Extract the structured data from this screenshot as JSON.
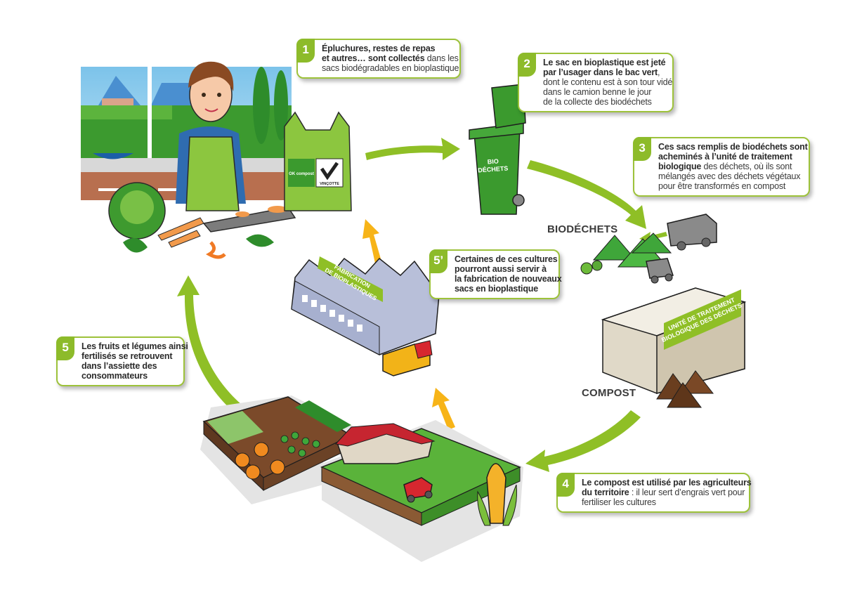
{
  "diagram": {
    "title": "Cycle des biodéchets et des bioplastiques",
    "steps": [
      {
        "number": "1",
        "lines": [
          [
            {
              "text": "Épluchures, restes de repas",
              "bold": true
            }
          ],
          [
            {
              "text": "et autres… sont collectés",
              "bold": true
            },
            {
              "text": " dans les",
              "bold": false
            }
          ],
          [
            {
              "text": "sacs biodégradables en bioplastique",
              "bold": false
            }
          ]
        ]
      },
      {
        "number": "2",
        "lines": [
          [
            {
              "text": "Le sac en bioplastique est jeté",
              "bold": true
            }
          ],
          [
            {
              "text": "par l’usager dans le bac vert",
              "bold": true
            },
            {
              "text": ",",
              "bold": false
            }
          ],
          [
            {
              "text": "dont le contenu est à son tour vidé",
              "bold": false
            }
          ],
          [
            {
              "text": "dans le camion benne le jour",
              "bold": false
            }
          ],
          [
            {
              "text": "de la collecte des biodéchets",
              "bold": false
            }
          ]
        ]
      },
      {
        "number": "3",
        "lines": [
          [
            {
              "text": "Ces sacs remplis de biodéchets sont",
              "bold": true
            }
          ],
          [
            {
              "text": "acheminés à l’unité de traitement",
              "bold": true
            }
          ],
          [
            {
              "text": "biologique",
              "bold": true
            },
            {
              "text": " des déchets, où ils sont",
              "bold": false
            }
          ],
          [
            {
              "text": "mélangés avec des déchets végétaux",
              "bold": false
            }
          ],
          [
            {
              "text": "pour être transformés en compost",
              "bold": false
            }
          ]
        ]
      },
      {
        "number": "4",
        "lines": [
          [
            {
              "text": "Le compost est utilisé par les agriculteurs",
              "bold": true
            }
          ],
          [
            {
              "text": "du territoire",
              "bold": true
            },
            {
              "text": " : il leur sert d’engrais vert pour",
              "bold": false
            }
          ],
          [
            {
              "text": "fertiliser les cultures",
              "bold": false
            }
          ]
        ]
      },
      {
        "number": "5",
        "lines": [
          [
            {
              "text": "Les fruits et légumes ainsi",
              "bold": true
            }
          ],
          [
            {
              "text": "fertilisés se retrouvent",
              "bold": true
            }
          ],
          [
            {
              "text": "dans l’assiette des",
              "bold": true
            }
          ],
          [
            {
              "text": "consommateurs",
              "bold": true
            }
          ]
        ]
      },
      {
        "number": "5’",
        "lines": [
          [
            {
              "text": "Certaines de ces cultures",
              "bold": true
            }
          ],
          [
            {
              "text": "pourront aussi servir à",
              "bold": true
            }
          ],
          [
            {
              "text": "la fabrication de nouveaux",
              "bold": true
            }
          ],
          [
            {
              "text": "sacs en bioplastique",
              "bold": true
            }
          ]
        ]
      }
    ],
    "labels": {
      "biodechets": "BIODÉCHETS",
      "compost": "COMPOST",
      "bin": [
        "BIO",
        "DÉCHETS"
      ],
      "factory_sign": [
        "FABRICATION",
        "DE BIOPLASTIQUES"
      ],
      "treatment_sign": [
        "UNITÉ DE TRAITEMENT",
        "BIOLOGIQUE DES DÉCHETS"
      ],
      "bag_ok_compost": "OK compost",
      "bag_brand": "VINÇOTTE"
    },
    "colors": {
      "accent_green": "#8dbb2a",
      "arrow_green": "#8fbf26",
      "arrow_orange": "#f7b418",
      "bin_green": "#3b9a2e",
      "text_dark": "#3a3a3a"
    }
  }
}
